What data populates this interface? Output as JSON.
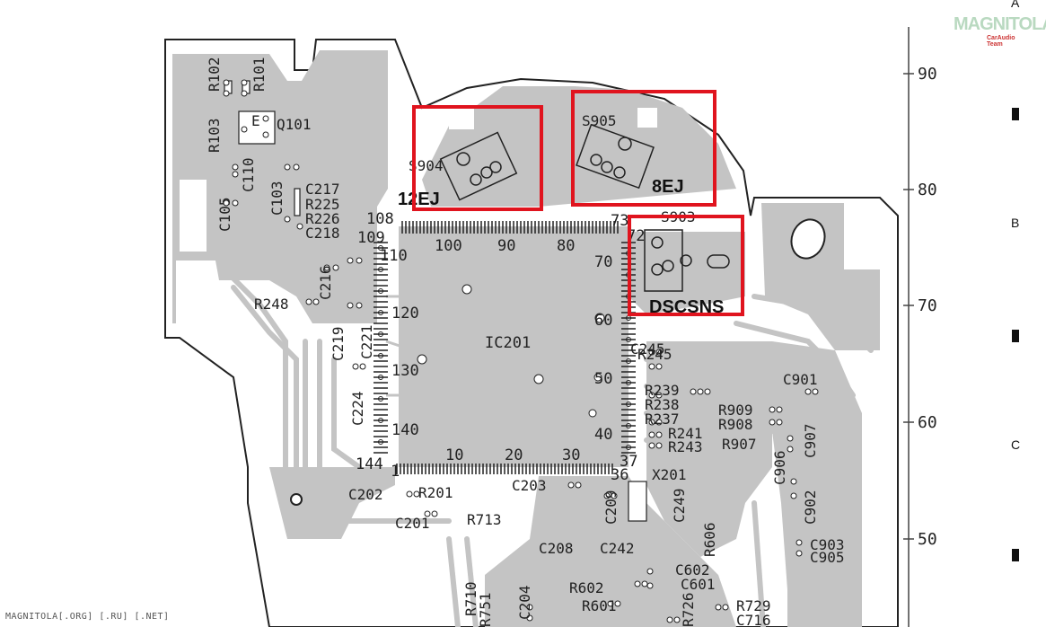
{
  "board": {
    "ic_label": "IC201",
    "pin_labels": [
      "108",
      "109",
      "110",
      "100",
      "90",
      "80",
      "73",
      "72",
      "70",
      "60",
      "50",
      "40",
      "37",
      "36",
      "30",
      "20",
      "10",
      "1",
      "144",
      "140",
      "130",
      "120"
    ],
    "components": [
      "R102",
      "R101",
      "R103",
      "Q101",
      "E",
      "C110",
      "C103",
      "C105",
      "C217",
      "R225",
      "R226",
      "C218",
      "C216",
      "R248",
      "C219",
      "C221",
      "C224",
      "S904",
      "S905",
      "S903",
      "C245",
      "R245",
      "R239",
      "R238",
      "R237",
      "R241",
      "R243",
      "R909",
      "R908",
      "R907",
      "C901",
      "C907",
      "C906",
      "C902",
      "C903",
      "C905",
      "X201",
      "C249",
      "C202",
      "R201",
      "C201",
      "R713",
      "C203",
      "C209",
      "C208",
      "C242",
      "R606",
      "C602",
      "C601",
      "R602",
      "R601",
      "R710",
      "R751",
      "C204",
      "R729",
      "C716",
      "R726"
    ],
    "bold_labels": {
      "ej12": "12EJ",
      "ej8": "8EJ",
      "dscsns": "DSCSNS"
    }
  },
  "scale": {
    "ticks": [
      "90",
      "80",
      "70",
      "60",
      "50"
    ],
    "side_letters": [
      "A",
      "B",
      "C"
    ]
  },
  "watermark": {
    "logo_text": "MAGNITOLA",
    "logo_sub": "CarAudio Team",
    "footer": "MAGNITOLA[.ORG] [.RU] [.NET]"
  },
  "colors": {
    "board": "#c4c4c4",
    "trace": "#c4c4c4",
    "outline": "#222222",
    "highlight": "#e0141e"
  }
}
